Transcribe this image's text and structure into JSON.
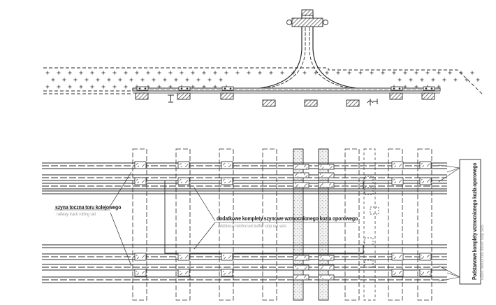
{
  "labels": {
    "rail": {
      "pl": "szyna toczna toru kolejowego",
      "en": "railway track rolling rail"
    },
    "additional": {
      "pl": "dodatkowe komplety szynowe wzmocnionego kozła oporowego",
      "en": "additional reinforced buffer stop rail sets"
    },
    "basic": {
      "pl": "Podstawowe komplety wzmocnionego kozła oporowego",
      "en": "Basic reinforced buffer stop sets"
    }
  },
  "colors": {
    "line": "#2a2a2a",
    "hatch": "#555555",
    "concrete": "#e6e6e6",
    "sub": "#9a9a9a"
  }
}
